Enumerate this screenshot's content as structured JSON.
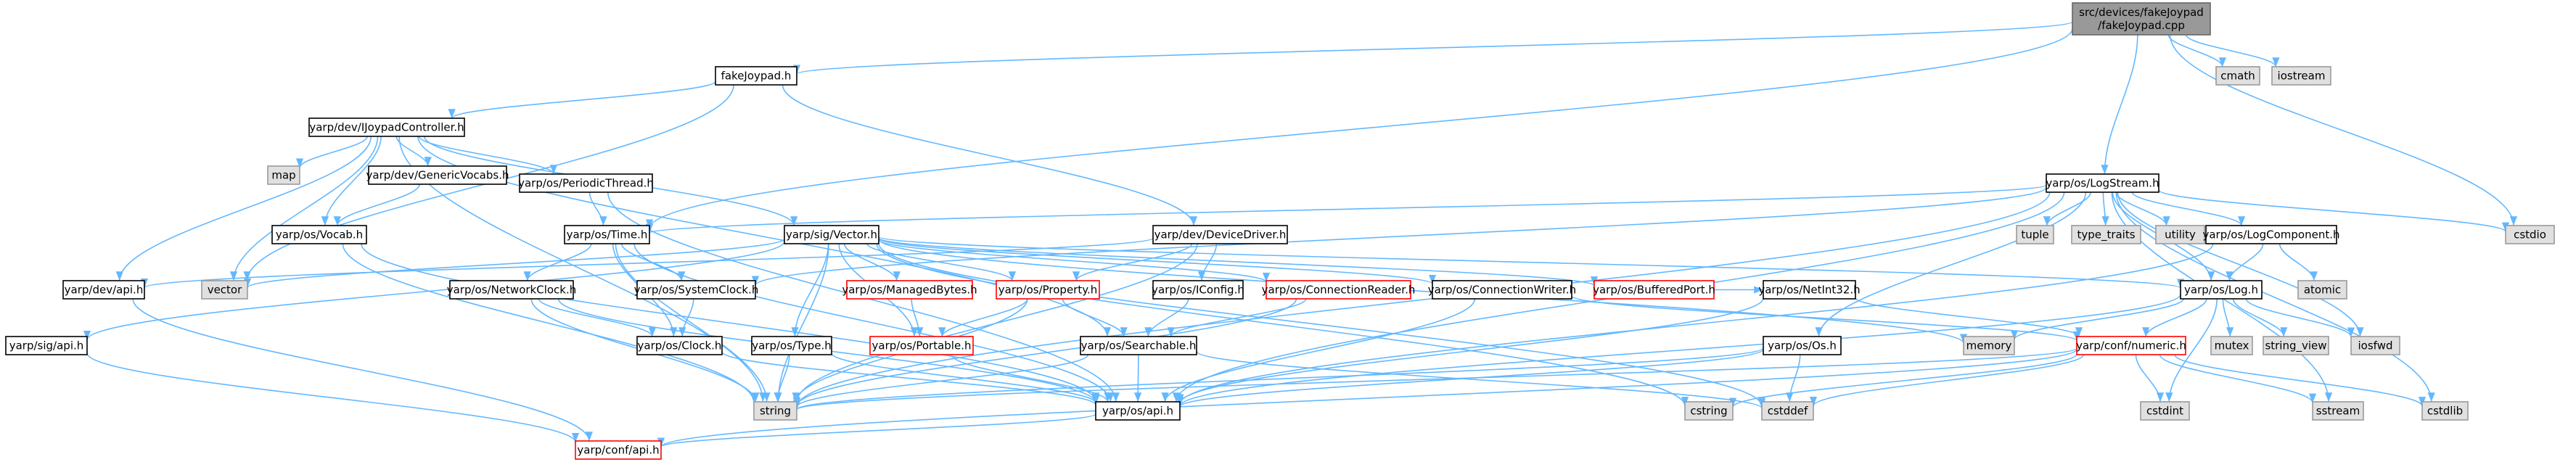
{
  "colors": {
    "edge": "#63b8ff",
    "node_fill": "#ffffff",
    "node_border": "#000000",
    "root_fill": "#999999",
    "root_border": "#666666",
    "system_fill": "#e0e0e0",
    "system_border": "#999999",
    "missing_border": "#ff0000"
  },
  "nodes": [
    {
      "id": "root",
      "label": "src/devices/fakeJoypad\n/fakeJoypad.cpp",
      "kind": "root"
    },
    {
      "id": "fakeJoypad_h",
      "label": "fakeJoypad.h",
      "kind": "normal"
    },
    {
      "id": "IJoypadController",
      "label": "yarp/dev/IJoypadController.h",
      "kind": "normal"
    },
    {
      "id": "map",
      "label": "map",
      "kind": "system"
    },
    {
      "id": "GenericVocabs",
      "label": "yarp/dev/GenericVocabs.h",
      "kind": "normal"
    },
    {
      "id": "PeriodicThread",
      "label": "yarp/os/PeriodicThread.h",
      "kind": "normal"
    },
    {
      "id": "Vocab",
      "label": "yarp/os/Vocab.h",
      "kind": "normal"
    },
    {
      "id": "Time",
      "label": "yarp/os/Time.h",
      "kind": "normal"
    },
    {
      "id": "sigVector",
      "label": "yarp/sig/Vector.h",
      "kind": "normal"
    },
    {
      "id": "DeviceDriver",
      "label": "yarp/dev/DeviceDriver.h",
      "kind": "normal"
    },
    {
      "id": "vector",
      "label": "vector",
      "kind": "system"
    },
    {
      "id": "devApi",
      "label": "yarp/dev/api.h",
      "kind": "normal"
    },
    {
      "id": "sigApi",
      "label": "yarp/sig/api.h",
      "kind": "normal"
    },
    {
      "id": "NetworkClock",
      "label": "yarp/os/NetworkClock.h",
      "kind": "normal"
    },
    {
      "id": "SystemClock",
      "label": "yarp/os/SystemClock.h",
      "kind": "normal"
    },
    {
      "id": "Clock",
      "label": "yarp/os/Clock.h",
      "kind": "normal"
    },
    {
      "id": "ManagedBytes",
      "label": "yarp/os/ManagedBytes.h",
      "kind": "missing"
    },
    {
      "id": "Property",
      "label": "yarp/os/Property.h",
      "kind": "missing"
    },
    {
      "id": "Portable",
      "label": "yarp/os/Portable.h",
      "kind": "missing"
    },
    {
      "id": "Type",
      "label": "yarp/os/Type.h",
      "kind": "normal"
    },
    {
      "id": "IConfig",
      "label": "yarp/os/IConfig.h",
      "kind": "normal"
    },
    {
      "id": "ConnectionReader",
      "label": "yarp/os/ConnectionReader.h",
      "kind": "missing"
    },
    {
      "id": "ConnectionWriter",
      "label": "yarp/os/ConnectionWriter.h",
      "kind": "normal"
    },
    {
      "id": "BufferedPort",
      "label": "yarp/os/BufferedPort.h",
      "kind": "missing"
    },
    {
      "id": "Searchable",
      "label": "yarp/os/Searchable.h",
      "kind": "normal"
    },
    {
      "id": "NetInt32",
      "label": "yarp/os/NetInt32.h",
      "kind": "normal"
    },
    {
      "id": "osApi",
      "label": "yarp/os/api.h",
      "kind": "normal"
    },
    {
      "id": "confApi",
      "label": "yarp/conf/api.h",
      "kind": "missing"
    },
    {
      "id": "string",
      "label": "string",
      "kind": "system"
    },
    {
      "id": "LogStream",
      "label": "yarp/os/LogStream.h",
      "kind": "normal"
    },
    {
      "id": "tuple",
      "label": "tuple",
      "kind": "system"
    },
    {
      "id": "type_traits",
      "label": "type_traits",
      "kind": "system"
    },
    {
      "id": "utility",
      "label": "utility",
      "kind": "system"
    },
    {
      "id": "LogComponent",
      "label": "yarp/os/LogComponent.h",
      "kind": "normal"
    },
    {
      "id": "atomic",
      "label": "atomic",
      "kind": "system"
    },
    {
      "id": "Log",
      "label": "yarp/os/Log.h",
      "kind": "normal"
    },
    {
      "id": "memory",
      "label": "memory",
      "kind": "system"
    },
    {
      "id": "mutex",
      "label": "mutex",
      "kind": "system"
    },
    {
      "id": "string_view",
      "label": "string_view",
      "kind": "system"
    },
    {
      "id": "iosfwd",
      "label": "iosfwd",
      "kind": "system"
    },
    {
      "id": "Os",
      "label": "yarp/os/Os.h",
      "kind": "normal"
    },
    {
      "id": "numeric",
      "label": "yarp/conf/numeric.h",
      "kind": "missing"
    },
    {
      "id": "cstddef",
      "label": "cstddef",
      "kind": "system"
    },
    {
      "id": "cstring",
      "label": "cstring",
      "kind": "system"
    },
    {
      "id": "cstdint",
      "label": "cstdint",
      "kind": "system"
    },
    {
      "id": "sstream",
      "label": "sstream",
      "kind": "system"
    },
    {
      "id": "cstdlib",
      "label": "cstdlib",
      "kind": "system"
    },
    {
      "id": "cmath",
      "label": "cmath",
      "kind": "system"
    },
    {
      "id": "iostream",
      "label": "iostream",
      "kind": "system"
    },
    {
      "id": "cstdio",
      "label": "cstdio",
      "kind": "system"
    }
  ],
  "edges": [
    [
      "root",
      "fakeJoypad_h"
    ],
    [
      "root",
      "Time"
    ],
    [
      "root",
      "LogStream"
    ],
    [
      "root",
      "cmath"
    ],
    [
      "root",
      "iostream"
    ],
    [
      "root",
      "cstdio"
    ],
    [
      "fakeJoypad_h",
      "IJoypadController"
    ],
    [
      "fakeJoypad_h",
      "DeviceDriver"
    ],
    [
      "fakeJoypad_h",
      "vector"
    ],
    [
      "IJoypadController",
      "map"
    ],
    [
      "IJoypadController",
      "GenericVocabs"
    ],
    [
      "IJoypadController",
      "PeriodicThread"
    ],
    [
      "IJoypadController",
      "Vocab"
    ],
    [
      "IJoypadController",
      "sigVector"
    ],
    [
      "IJoypadController",
      "devApi"
    ],
    [
      "IJoypadController",
      "vector"
    ],
    [
      "IJoypadController",
      "string"
    ],
    [
      "IJoypadController",
      "Searchable"
    ],
    [
      "GenericVocabs",
      "Vocab"
    ],
    [
      "PeriodicThread",
      "Time"
    ],
    [
      "PeriodicThread",
      "osApi"
    ],
    [
      "Vocab",
      "string"
    ],
    [
      "Vocab",
      "osApi"
    ],
    [
      "Time",
      "NetworkClock"
    ],
    [
      "Time",
      "SystemClock"
    ],
    [
      "Time",
      "Clock"
    ],
    [
      "Time",
      "string"
    ],
    [
      "Time",
      "osApi"
    ],
    [
      "sigVector",
      "vector"
    ],
    [
      "sigVector",
      "sigApi"
    ],
    [
      "sigVector",
      "ManagedBytes"
    ],
    [
      "sigVector",
      "Property"
    ],
    [
      "sigVector",
      "Portable"
    ],
    [
      "sigVector",
      "Type"
    ],
    [
      "sigVector",
      "ConnectionReader"
    ],
    [
      "sigVector",
      "ConnectionWriter"
    ],
    [
      "sigVector",
      "BufferedPort"
    ],
    [
      "sigVector",
      "Log"
    ],
    [
      "sigVector",
      "memory"
    ],
    [
      "sigVector",
      "cstddef"
    ],
    [
      "sigVector",
      "cstring"
    ],
    [
      "sigVector",
      "string"
    ],
    [
      "DeviceDriver",
      "Property"
    ],
    [
      "DeviceDriver",
      "IConfig"
    ],
    [
      "DeviceDriver",
      "devApi"
    ],
    [
      "DeviceDriver",
      "string"
    ],
    [
      "devApi",
      "confApi"
    ],
    [
      "sigApi",
      "confApi"
    ],
    [
      "NetworkClock",
      "Clock"
    ],
    [
      "NetworkClock",
      "string"
    ],
    [
      "NetworkClock",
      "osApi"
    ],
    [
      "SystemClock",
      "Clock"
    ],
    [
      "Clock",
      "osApi"
    ],
    [
      "ManagedBytes",
      "Portable"
    ],
    [
      "Property",
      "Portable"
    ],
    [
      "Property",
      "Searchable"
    ],
    [
      "Property",
      "string"
    ],
    [
      "Portable",
      "osApi"
    ],
    [
      "Type",
      "string"
    ],
    [
      "Type",
      "osApi"
    ],
    [
      "IConfig",
      "Searchable"
    ],
    [
      "ConnectionReader",
      "Searchable"
    ],
    [
      "ConnectionReader",
      "string"
    ],
    [
      "ConnectionWriter",
      "numeric"
    ],
    [
      "ConnectionWriter",
      "osApi"
    ],
    [
      "BufferedPort",
      "NetInt32"
    ],
    [
      "Searchable",
      "string"
    ],
    [
      "Searchable",
      "osApi"
    ],
    [
      "Searchable",
      "cstddef"
    ],
    [
      "NetInt32",
      "numeric"
    ],
    [
      "NetInt32",
      "osApi"
    ],
    [
      "osApi",
      "confApi"
    ],
    [
      "LogStream",
      "Time"
    ],
    [
      "LogStream",
      "SystemClock"
    ],
    [
      "LogStream",
      "tuple"
    ],
    [
      "LogStream",
      "type_traits"
    ],
    [
      "LogStream",
      "utility"
    ],
    [
      "LogStream",
      "LogComponent"
    ],
    [
      "LogStream",
      "Log"
    ],
    [
      "LogStream",
      "Os"
    ],
    [
      "LogStream",
      "iosfwd"
    ],
    [
      "LogStream",
      "cstdio"
    ],
    [
      "LogStream",
      "cstdlib"
    ],
    [
      "LogStream",
      "sstream"
    ],
    [
      "LogStream",
      "string"
    ],
    [
      "LogStream",
      "osApi"
    ],
    [
      "LogComponent",
      "atomic"
    ],
    [
      "LogComponent",
      "Log"
    ],
    [
      "LogComponent",
      "osApi"
    ],
    [
      "Log",
      "memory"
    ],
    [
      "Log",
      "mutex"
    ],
    [
      "Log",
      "string_view"
    ],
    [
      "Log",
      "iosfwd"
    ],
    [
      "Log",
      "cstdint"
    ],
    [
      "Log",
      "osApi"
    ],
    [
      "Log",
      "numeric"
    ],
    [
      "Os",
      "cstddef"
    ],
    [
      "Os",
      "string"
    ],
    [
      "Os",
      "osApi"
    ],
    [
      "numeric",
      "cstddef"
    ],
    [
      "numeric",
      "cstring"
    ],
    [
      "numeric",
      "cstdint"
    ],
    [
      "numeric",
      "sstream"
    ],
    [
      "numeric",
      "cstdlib"
    ],
    [
      "numeric",
      "confApi"
    ],
    [
      "numeric",
      "string"
    ]
  ]
}
